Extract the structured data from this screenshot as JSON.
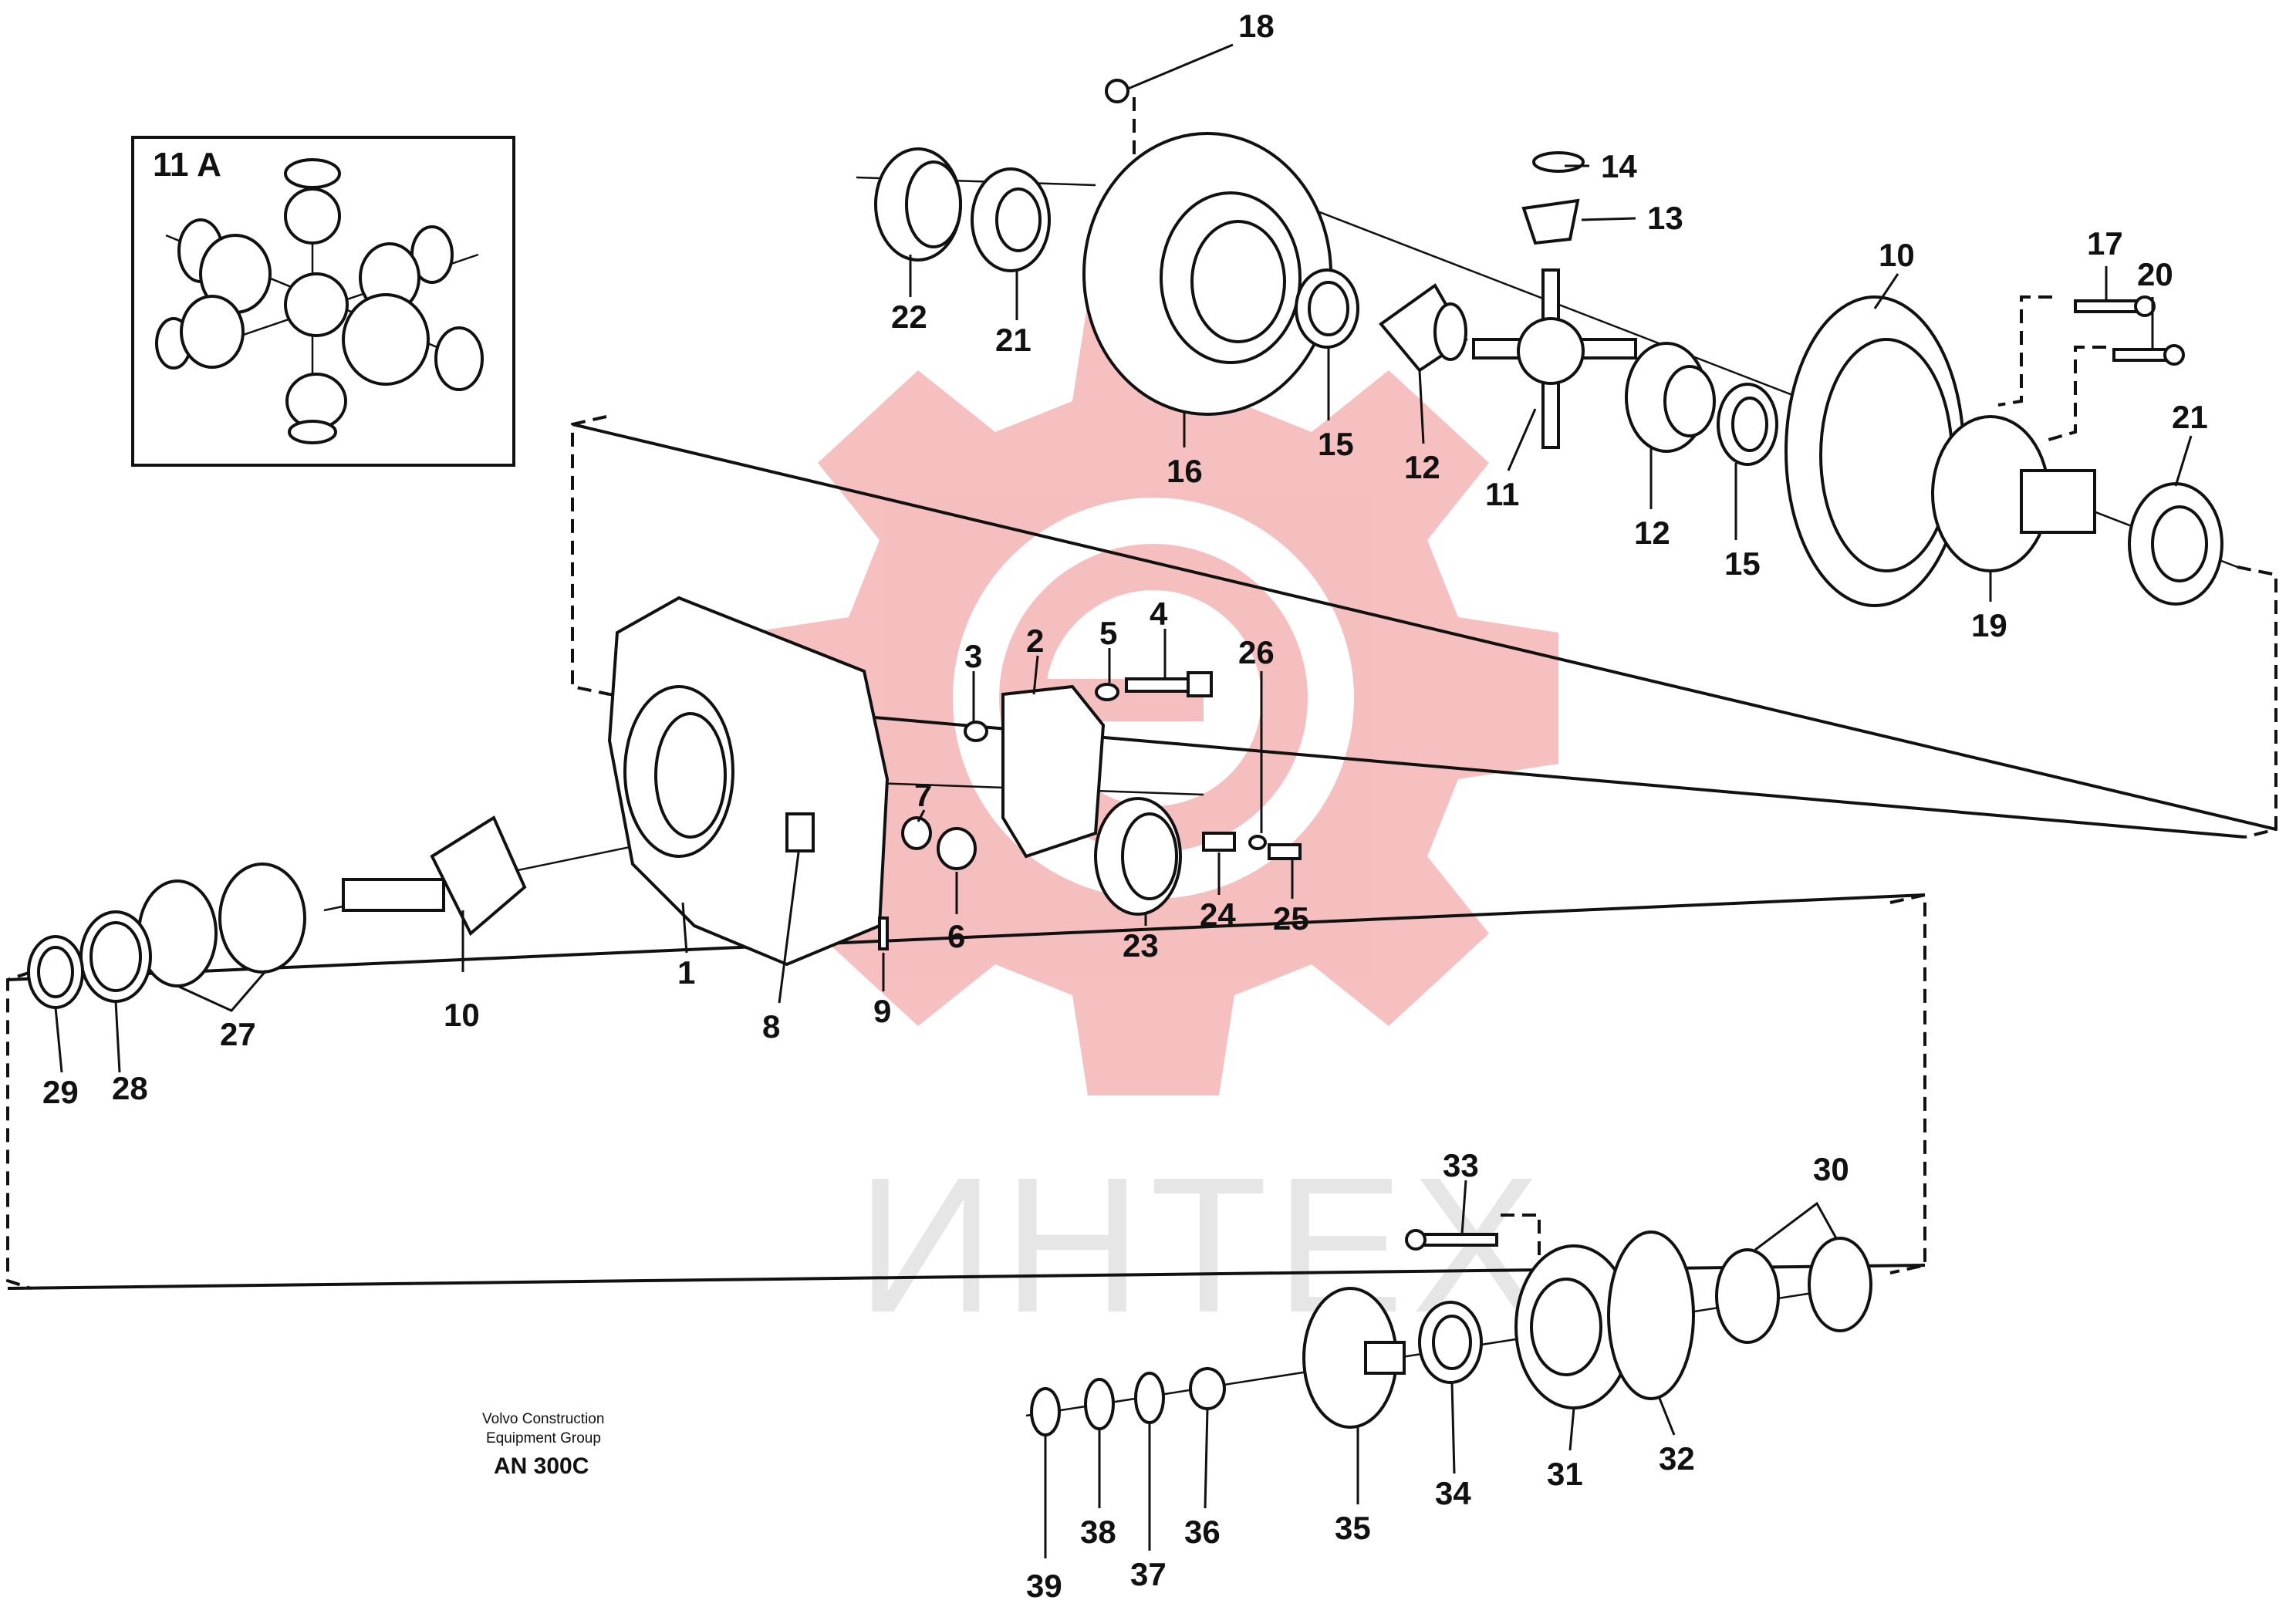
{
  "inset": {
    "label": "11 A"
  },
  "watermark": {
    "text": "ИНТЕХ",
    "logo_color": "#f5b9b9"
  },
  "footer": {
    "maker_line1": "Volvo Construction",
    "maker_line2": "Equipment Group",
    "model": "AN 300C"
  },
  "callouts": [
    "1",
    "2",
    "3",
    "4",
    "5",
    "6",
    "7",
    "8",
    "9",
    "10",
    "10",
    "11",
    "12",
    "12",
    "13",
    "14",
    "15",
    "15",
    "16",
    "17",
    "18",
    "19",
    "20",
    "21",
    "21",
    "22",
    "23",
    "24",
    "25",
    "26",
    "27",
    "28",
    "29",
    "30",
    "31",
    "32",
    "33",
    "34",
    "35",
    "36",
    "37",
    "38",
    "39"
  ]
}
